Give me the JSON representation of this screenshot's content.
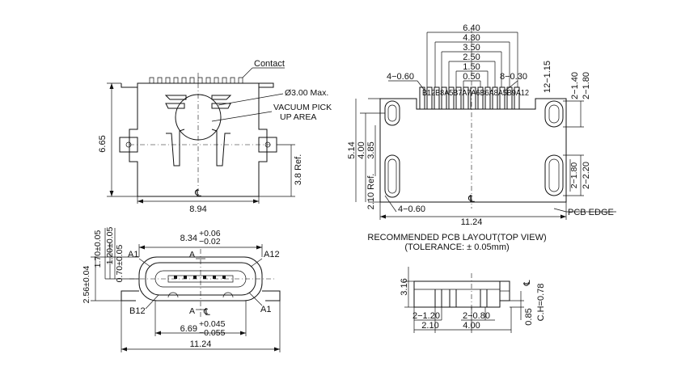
{
  "top_left_view": {
    "contact_label": "Contact",
    "diameter_label": "Ø3.00 Max.",
    "vacuum_label_line1": "VACUUM PICK",
    "vacuum_label_line2": "UP AREA",
    "height_label": "6.65",
    "ref_label": "3.8 Ref.",
    "centerline_symbol": "℄",
    "width_label": "8.94"
  },
  "pcb_layout": {
    "dims_top": [
      "6.40",
      "4.80",
      "3.50",
      "2.50",
      "1.50",
      "0.50"
    ],
    "label_4x060_top": "4−0.60",
    "label_8x030": "8−0.30",
    "label_12x115": "12−1.15",
    "label_2x140": "2−1.40",
    "label_2x180_top": "2−1.80",
    "pin_labels": "B12B8A5B7A7A6B6A8A5B9A12",
    "left_dims": [
      "5.14",
      "4.00",
      "3.85"
    ],
    "ref_label": "2.10 Ref.",
    "label_4x060_bottom": "4−0.60",
    "label_2x180_bottom": "2−1.80",
    "label_2x220": "2−2.20",
    "centerline_symbol": "℄",
    "width_label": "11.24",
    "pcb_edge_label": "PCB EDGE",
    "caption_line1": "RECOMMENDED PCB LAYOUT(TOP VIEW)",
    "caption_line2": "(TOLERANCE: ± 0.05mm)"
  },
  "front_view": {
    "dim_170": "1.70±0.05",
    "dim_120": "1.20±0.05",
    "dim_070": "0.70±0.05",
    "dim_256": "2.56±0.04",
    "width_834": "8.34",
    "width_834_plus": "+0.06",
    "width_834_minus": "−0.02",
    "pin_a1_top": "A1",
    "pin_a12": "A12",
    "section_a_top": "A",
    "section_a_bottom": "A",
    "centerline_symbol": "℄",
    "pin_b12": "B12",
    "pin_a1_bottom": "A1",
    "width_669": "6.69",
    "width_669_plus": "+0.045",
    "width_669_minus": "−0.055",
    "width_1124": "11.24"
  },
  "side_view": {
    "height_316": "3.16",
    "label_2x120": "2−1.20",
    "label_2x080": "2−0.80",
    "dim_210": "2.10",
    "dim_400": "4.00",
    "dim_085": "0.85",
    "label_ch078": "C.H=0.78",
    "centerline_symbol": "℄"
  }
}
